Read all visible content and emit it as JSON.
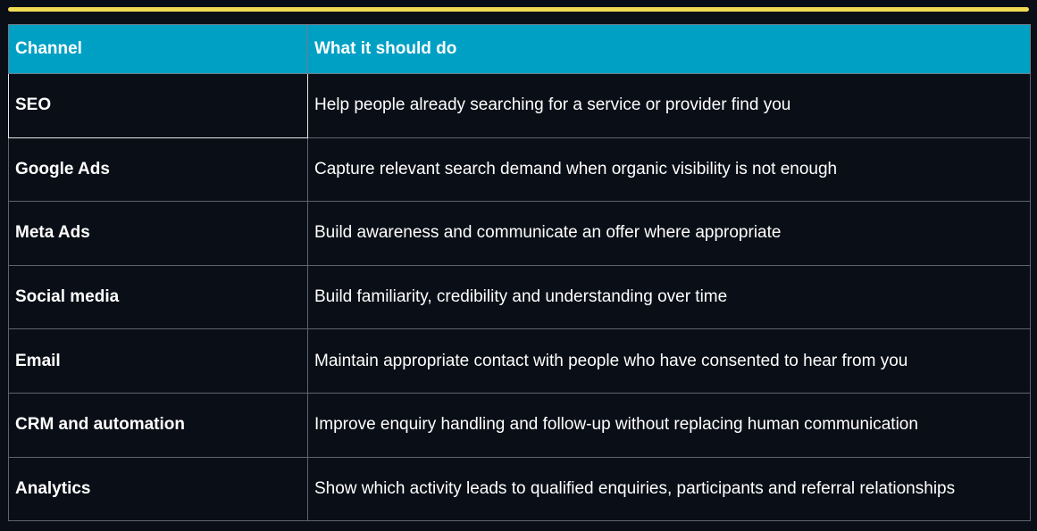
{
  "table": {
    "headers": [
      "Channel",
      "What it should do"
    ],
    "rows": [
      {
        "channel": "SEO",
        "purpose": "Help people already searching for a service or provider find you"
      },
      {
        "channel": "Google Ads",
        "purpose": "Capture relevant search demand when organic visibility is not enough"
      },
      {
        "channel": "Meta Ads",
        "purpose": "Build awareness and communicate an offer where appropriate"
      },
      {
        "channel": "Social media",
        "purpose": "Build familiarity, credibility and understanding over time"
      },
      {
        "channel": "Email",
        "purpose": "Maintain appropriate contact with people who have consented to hear from you"
      },
      {
        "channel": "CRM and automation",
        "purpose": "Improve enquiry handling and follow-up without replacing human communication"
      },
      {
        "channel": "Analytics",
        "purpose": "Show which activity leads to qualified enquiries, participants and referral relationships"
      }
    ]
  },
  "colors": {
    "background": "#0a0e16",
    "accent_bar": "#f2dc55",
    "header_bg": "#00a0c4",
    "text": "#ffffff",
    "border": "#5d6670"
  }
}
